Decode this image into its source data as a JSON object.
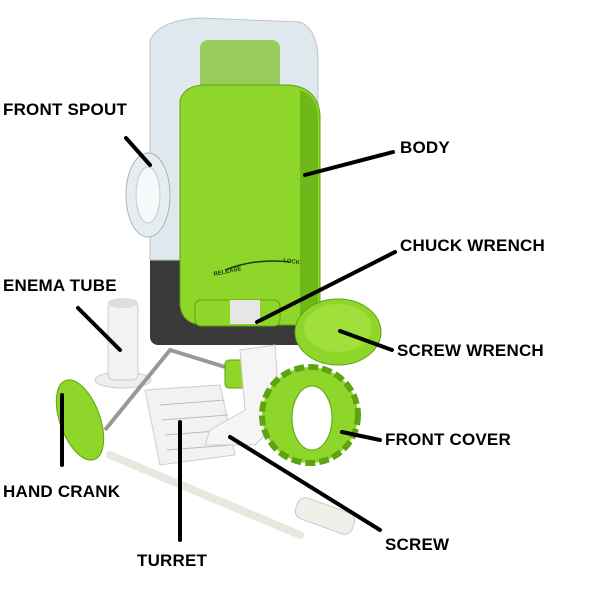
{
  "labels": {
    "front_spout": "FRONT SPOUT",
    "body": "BODY",
    "chuck_wrench": "CHUCK WRENCH",
    "enema_tube": "ENEMA TUBE",
    "screw_wrench": "SCREW WRENCH",
    "front_cover": "FRONT COVER",
    "hand_crank": "HAND CRANK",
    "turret": "TURRET",
    "screw": "SCREW"
  },
  "product_markings": {
    "release": "RELEASE",
    "lock": "LOCK"
  },
  "colors": {
    "body_green": "#8fd62a",
    "dark_green": "#5fa312",
    "clear_plastic": "#dfe8ec",
    "white_parts": "#f2f2f2"
  }
}
